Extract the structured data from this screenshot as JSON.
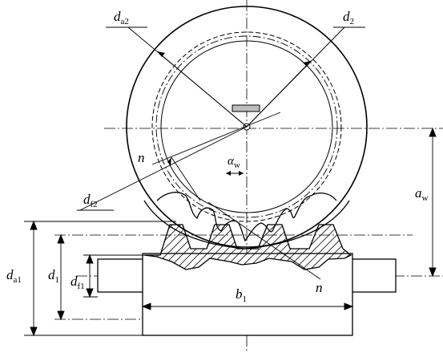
{
  "labels": {
    "da2": {
      "main": "d",
      "sub": "a2"
    },
    "d2": {
      "main": "d",
      "sub": "2"
    },
    "n_top": {
      "main": "n"
    },
    "alpha_w": {
      "main": "α",
      "sub": "w"
    },
    "df2": {
      "main": "d",
      "sub": "f2"
    },
    "aw": {
      "main": "a",
      "sub": "w"
    },
    "da1": {
      "main": "d",
      "sub": "a1"
    },
    "d1": {
      "main": "d",
      "sub": "1"
    },
    "df1": {
      "main": "d",
      "sub": "f1"
    },
    "b1": {
      "main": "b",
      "sub": "1"
    },
    "n_bottom": {
      "main": "n"
    }
  },
  "colors": {
    "stroke": "#000000",
    "fill": "#ffffff",
    "hub": "#bdbdbd"
  }
}
